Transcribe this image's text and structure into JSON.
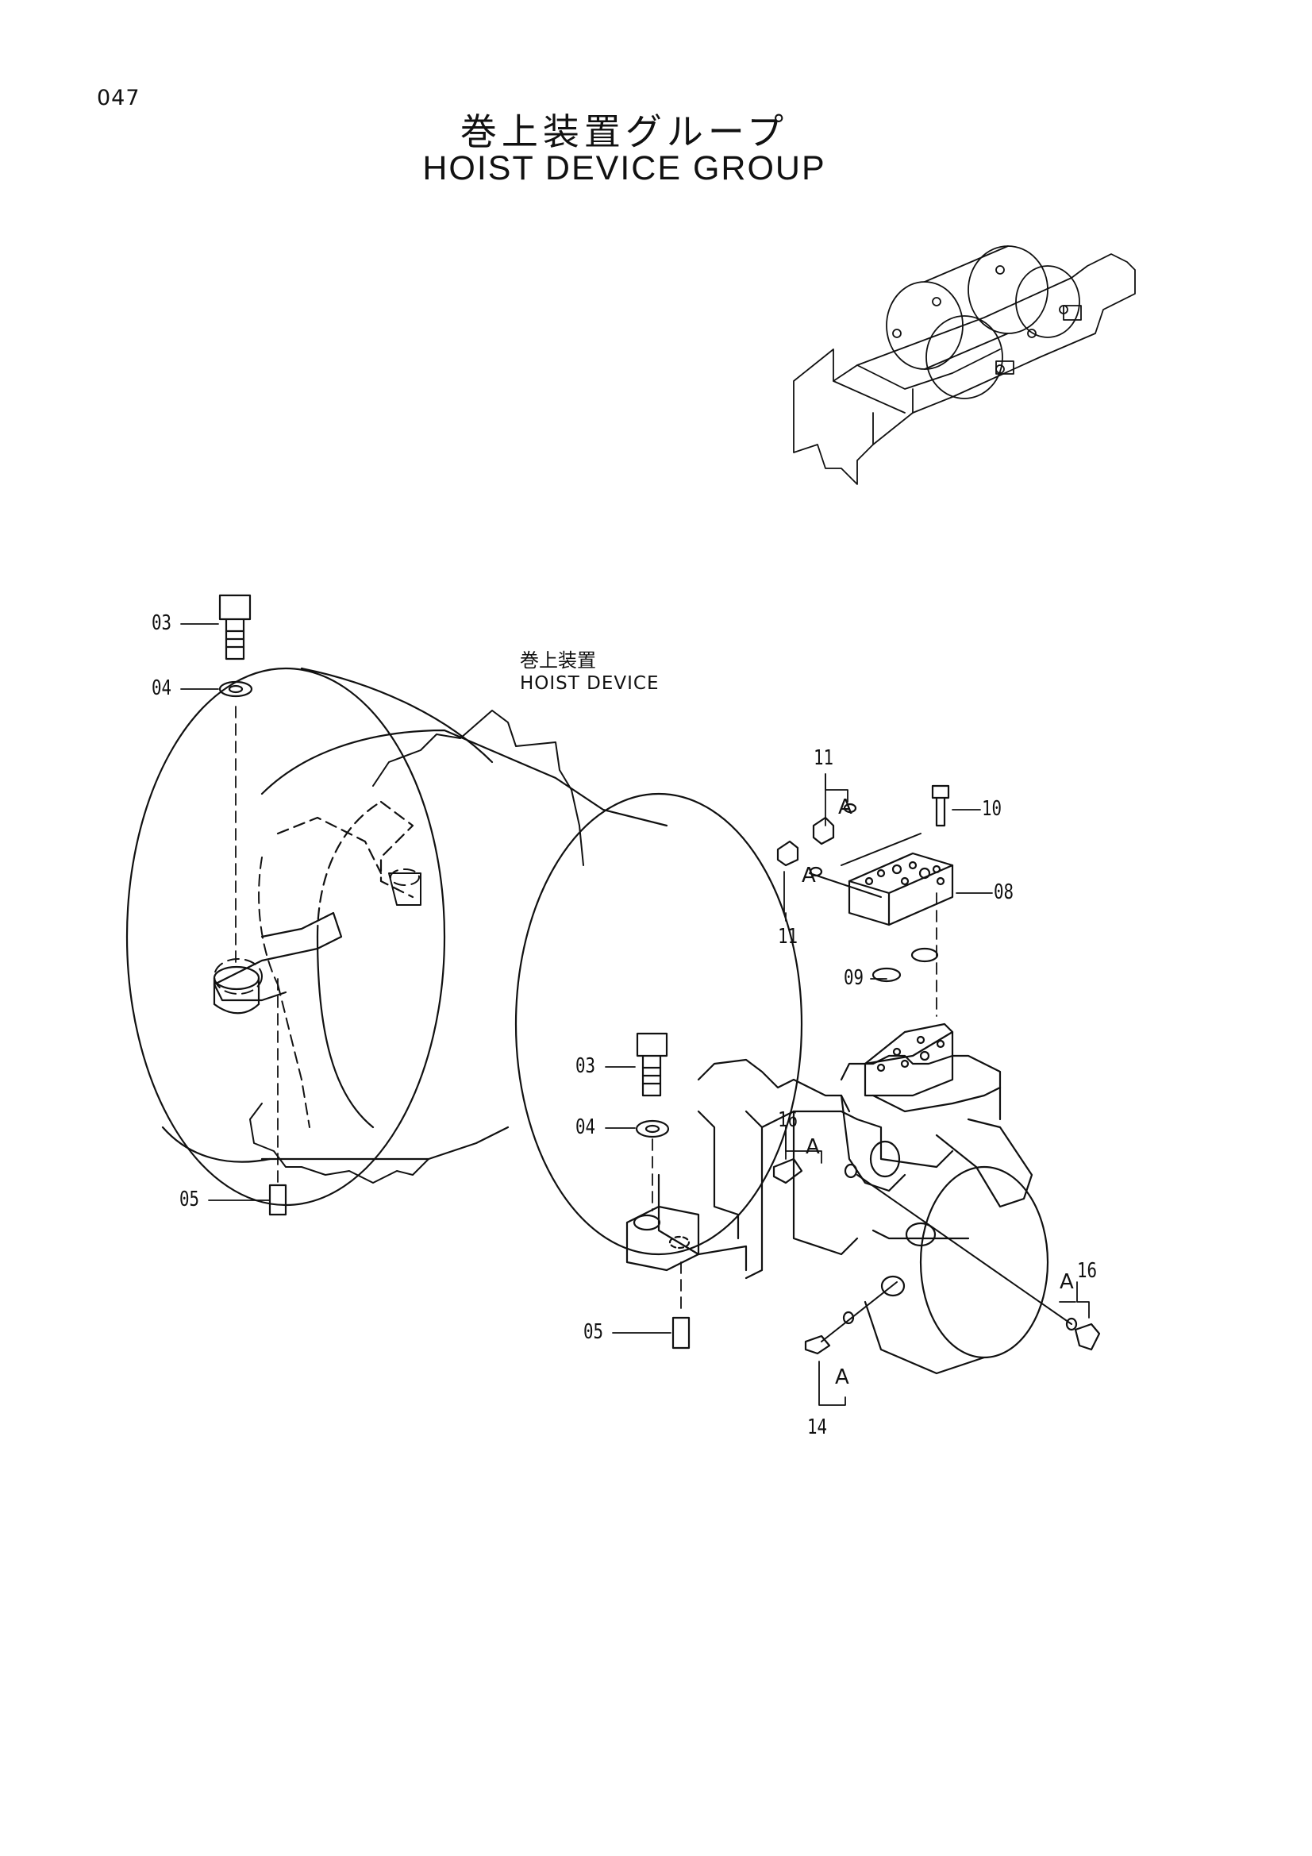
{
  "page_number": "047",
  "title_jp": "巻上装置グループ",
  "title_en": "HOIST DEVICE GROUP",
  "assembly_label_jp": "巻上装置",
  "assembly_label_en": "HOIST DEVICE",
  "callouts": {
    "c03a": "03",
    "c04a": "04",
    "c05a": "05",
    "c03b": "03",
    "c04b": "04",
    "c05b": "05",
    "c08": "08",
    "c09": "09",
    "c10": "10",
    "c11a": "11",
    "c11b": "11",
    "c14": "14",
    "c16a": "16",
    "c16b": "16"
  },
  "refs": {
    "r1": "A",
    "r2": "A",
    "r3": "A",
    "r4": "A",
    "r5": "A"
  },
  "line_color": "#111111"
}
